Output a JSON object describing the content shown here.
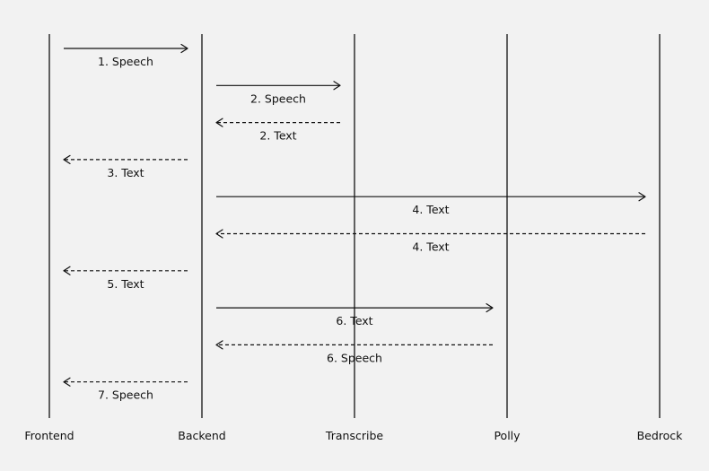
{
  "diagram": {
    "type": "sequence",
    "participants": [
      {
        "id": "frontend",
        "label": "Frontend"
      },
      {
        "id": "backend",
        "label": "Backend"
      },
      {
        "id": "transcribe",
        "label": "Transcribe"
      },
      {
        "id": "polly",
        "label": "Polly"
      },
      {
        "id": "bedrock",
        "label": "Bedrock"
      }
    ],
    "messages": [
      {
        "from": "frontend",
        "to": "backend",
        "label": "1. Speech",
        "style": "solid"
      },
      {
        "from": "backend",
        "to": "transcribe",
        "label": "2. Speech",
        "style": "solid"
      },
      {
        "from": "transcribe",
        "to": "backend",
        "label": "2. Text",
        "style": "dashed"
      },
      {
        "from": "backend",
        "to": "frontend",
        "label": "3. Text",
        "style": "dashed"
      },
      {
        "from": "backend",
        "to": "bedrock",
        "label": "4. Text",
        "style": "solid"
      },
      {
        "from": "bedrock",
        "to": "backend",
        "label": "4. Text",
        "style": "dashed"
      },
      {
        "from": "backend",
        "to": "frontend",
        "label": "5. Text",
        "style": "dashed"
      },
      {
        "from": "backend",
        "to": "polly",
        "label": "6. Text",
        "style": "solid"
      },
      {
        "from": "polly",
        "to": "backend",
        "label": "6. Speech",
        "style": "dashed"
      },
      {
        "from": "backend",
        "to": "frontend",
        "label": "7. Speech",
        "style": "dashed"
      }
    ],
    "colors": {
      "background": "#f2f2f2",
      "line": "#111111",
      "text": "#111111"
    }
  }
}
